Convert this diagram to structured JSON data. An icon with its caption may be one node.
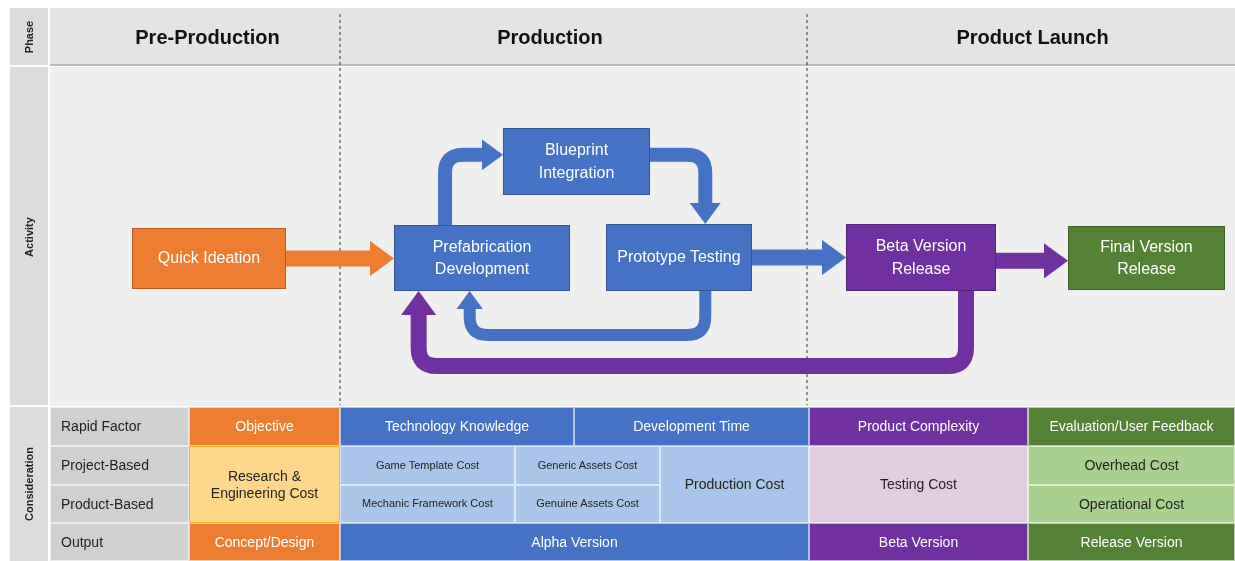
{
  "diagram": {
    "nodes": [
      {
        "text": [
          "Blueprint Integration"
        ]
      },
      {
        "text": [
          "Quick Ideation"
        ]
      },
      {
        "text": [
          "Prefabrication Development"
        ]
      },
      {
        "text": [
          "Prototype Testing"
        ]
      },
      {
        "text": [
          "Beta Version Release"
        ]
      },
      {
        "text": [
          "Final Version Release"
        ]
      }
    ],
    "edges": [
      {
        "from": 1,
        "to": 2,
        "arrow": "to",
        "color": "#ed7d31"
      },
      {
        "from": 2,
        "to": 0,
        "arrow": "to"
      },
      {
        "from": 0,
        "to": 3,
        "arrow": "to"
      },
      {
        "from": 3,
        "to": 2,
        "arrow": "to"
      },
      {
        "from": 3,
        "to": 4,
        "arrow": "to"
      },
      {
        "from": 4,
        "to": 2,
        "arrow": "to",
        "color": "#7030a0"
      },
      {
        "from": 4,
        "to": 5,
        "arrow": "to",
        "color": "#7030a0"
      }
    ],
    "labels": [
      "Phase",
      "Pre-Production",
      "Production",
      "Product Launch",
      "Activity",
      "Consideration",
      "Rapid Factor",
      "Objective",
      "Technology Knowledge",
      "Development Time",
      "Product Complexity",
      "Evaluation/User Feedback",
      "Project-Based",
      "Research & Engineering Cost",
      "Game Template Cost",
      "Generic Assets Cost",
      "Production Cost",
      "Testing Cost",
      "Overhead Cost",
      "Product-Based",
      "Mechanic Framework Cost",
      "Genuine Assets Cost",
      "Operational Cost",
      "Output",
      "Concept/Design",
      "Alpha Version",
      "Beta Version",
      "Release Version"
    ]
  }
}
